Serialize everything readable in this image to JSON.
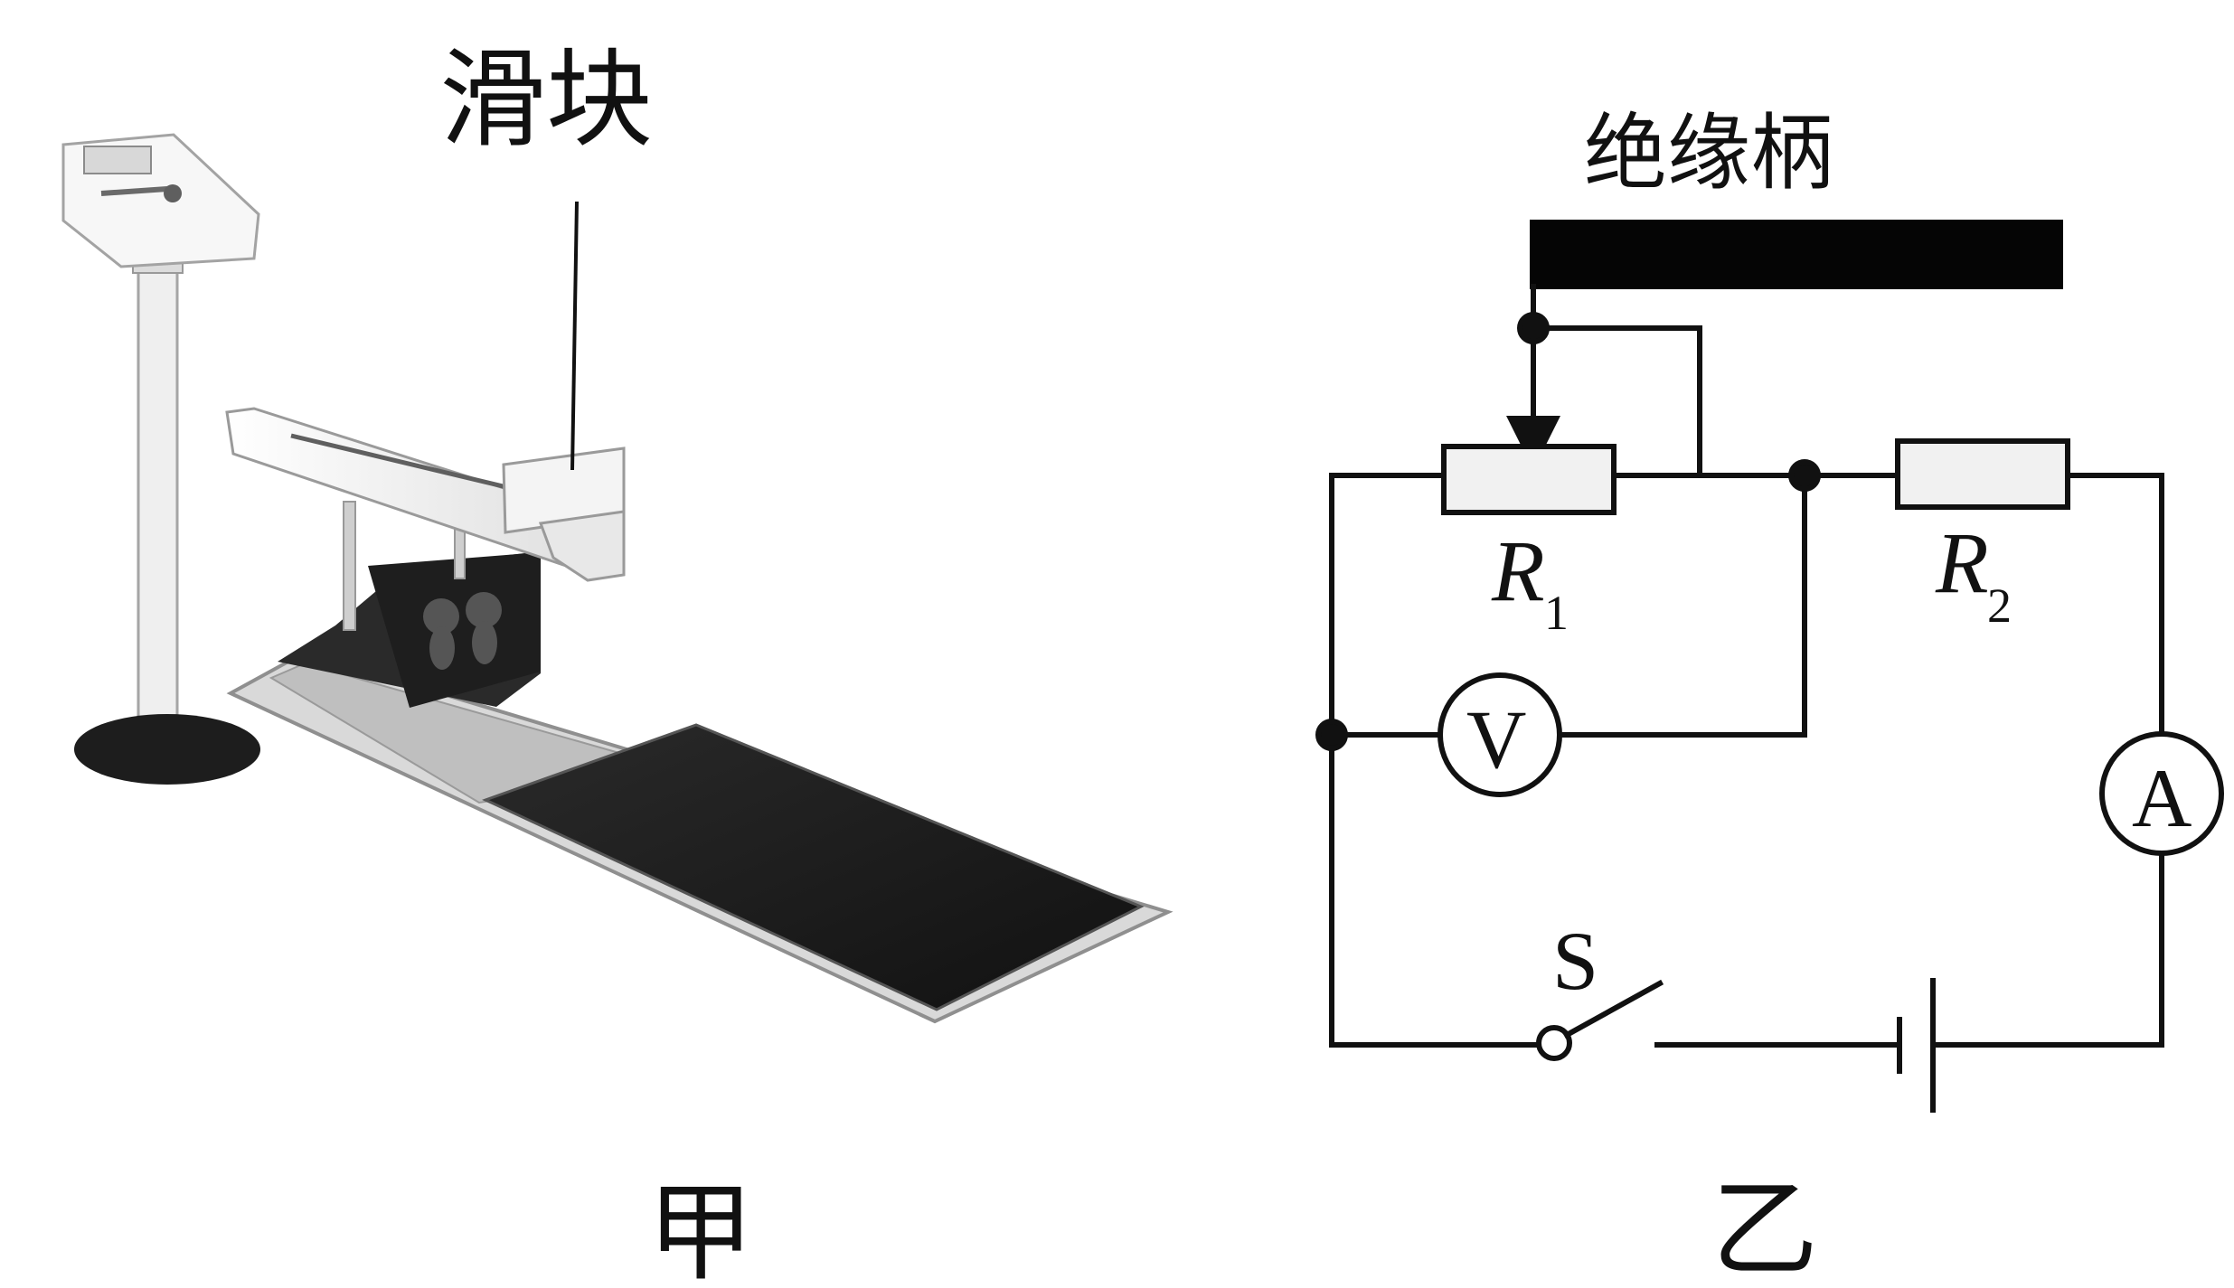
{
  "labels": {
    "slider": "滑块",
    "handle": "绝缘柄",
    "fig_left": "甲",
    "fig_right": "乙",
    "r1_main": "R",
    "r1_sub": "1",
    "r2_main": "R",
    "r2_sub": "2",
    "voltmeter": "V",
    "ammeter": "A",
    "switch": "S"
  },
  "icons": {
    "left_device": "sit-and-reach-tester-icon",
    "circuit": "circuit-diagram-icon",
    "arrow": "arrow-down-icon"
  },
  "colors": {
    "ink": "#111111",
    "device_white": "#f3f3f3",
    "device_gray": "#bdbdbd",
    "device_dark": "#1c1c1c",
    "resistor_fill": "#f1f1f1",
    "handle_fill": "#050505"
  }
}
